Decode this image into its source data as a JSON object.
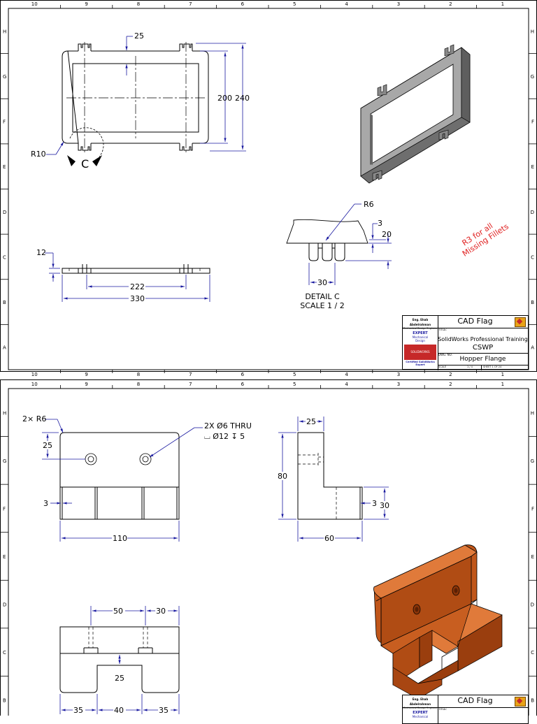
{
  "zones": {
    "cols": [
      "10",
      "9",
      "8",
      "7",
      "6",
      "5",
      "4",
      "3",
      "2",
      "1"
    ],
    "rows1": [
      "H",
      "G",
      "F",
      "E",
      "D",
      "C",
      "B",
      "A"
    ],
    "rows2": [
      "H",
      "G",
      "F",
      "E",
      "D",
      "C",
      "B"
    ]
  },
  "sheet1": {
    "dims": {
      "d25": "25",
      "d200": "200",
      "d240": "240",
      "r10": "R10",
      "detail_letter": "C",
      "d12": "12",
      "d222": "222",
      "d330": "330",
      "r6": "R6",
      "d3": "3",
      "d20": "20",
      "d30": "30"
    },
    "detail_label": "DETAIL  C",
    "detail_scale": "SCALE 1 / 2",
    "note": "R3 for all\nMissing Fillets",
    "note_line1": "R3 for all",
    "note_line2": "Missing Fillets",
    "note_color": "#e02020"
  },
  "sheet2": {
    "dims": {
      "r6": "2× R6",
      "d25": "25",
      "hole_callout1": "2X Ø6 THRU",
      "hole_callout2": "⌴ Ø12 ↧ 5",
      "d3": "3",
      "d110": "110",
      "s25": "25",
      "d80": "80",
      "s3": "3",
      "s30": "30",
      "d60": "60",
      "b50": "50",
      "b30": "30",
      "b25": "25",
      "b35a": "35",
      "b40": "40",
      "b35b": "35"
    }
  },
  "title_block": {
    "author": "Eng. Ehab Abdelrahman",
    "author_role": "Mechanical Design Engineer",
    "expert": "EXPERT",
    "expert_sub1": "Mechanical",
    "expert_sub2": "Design",
    "logo_text": "SOLIDWORKS",
    "certified": "Certified SolidWorks",
    "certified2": "Expert",
    "cad_flag": "CAD Flag",
    "course_line1": "SolidWorks Professional Training",
    "course_line2": "CSWP",
    "part_name": "Hopper Flange",
    "scale_val": "1 / 4",
    "sheet": "SHEET 1 OF 24",
    "lbl_title": "TITLE:",
    "lbl_dwg": "DWG. NO.",
    "lbl_scale": "SCALE"
  },
  "colors": {
    "dim_line": "#1a1aa0",
    "flange_gray": "#9a9a9a",
    "part_orange": "#c0561a",
    "logo_red": "#c62828"
  }
}
